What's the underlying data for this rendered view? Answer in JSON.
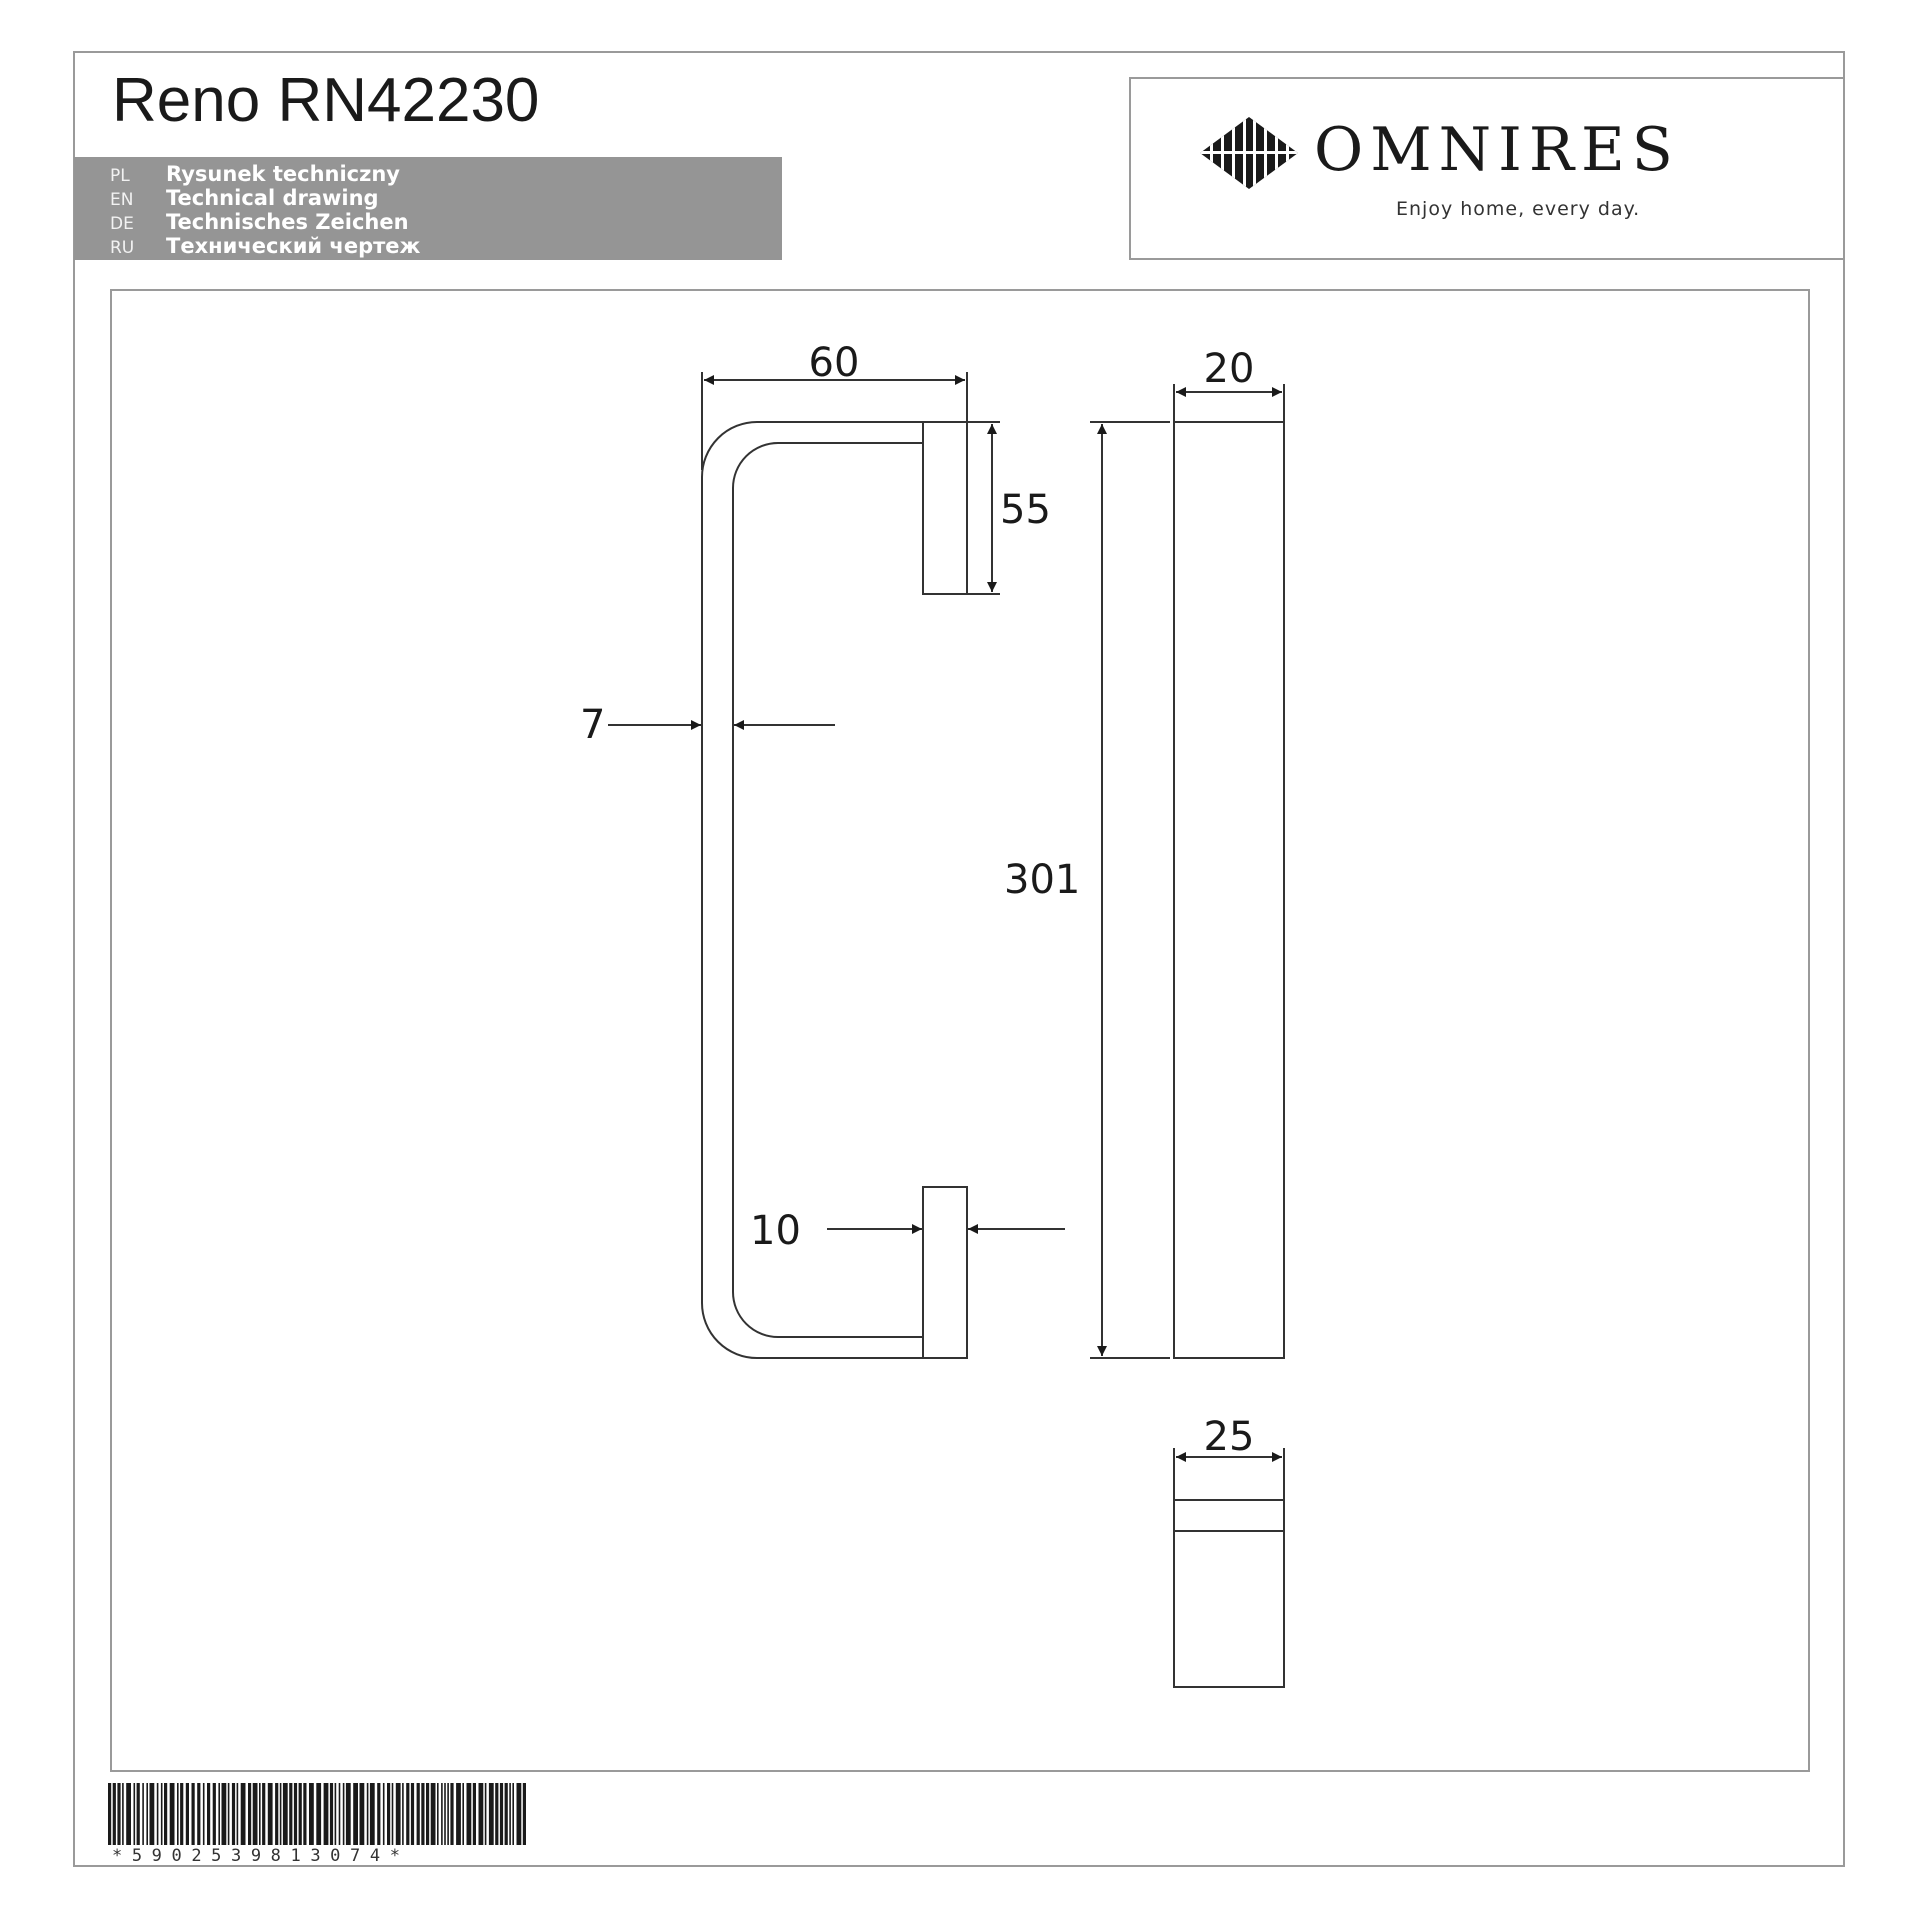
{
  "header": {
    "title": "Reno RN42230",
    "languages": [
      {
        "code": "PL",
        "label": "Rysunek techniczny"
      },
      {
        "code": "EN",
        "label": "Technical drawing"
      },
      {
        "code": "DE",
        "label": "Technisches Zeichen"
      },
      {
        "code": "RU",
        "label": "Технический чертеж"
      }
    ]
  },
  "logo": {
    "icon": "diamond-stripes-icon",
    "brand": "OMNIRES",
    "tagline": "Enjoy home, every day."
  },
  "drawing": {
    "dimensions": {
      "width_top": "60",
      "mount_height": "55",
      "bar_thickness": "7",
      "mount_depth": "10",
      "total_height": "301",
      "side_width": "20",
      "bottom_width": "25"
    }
  },
  "barcode": {
    "text": "*5902539813074*"
  }
}
